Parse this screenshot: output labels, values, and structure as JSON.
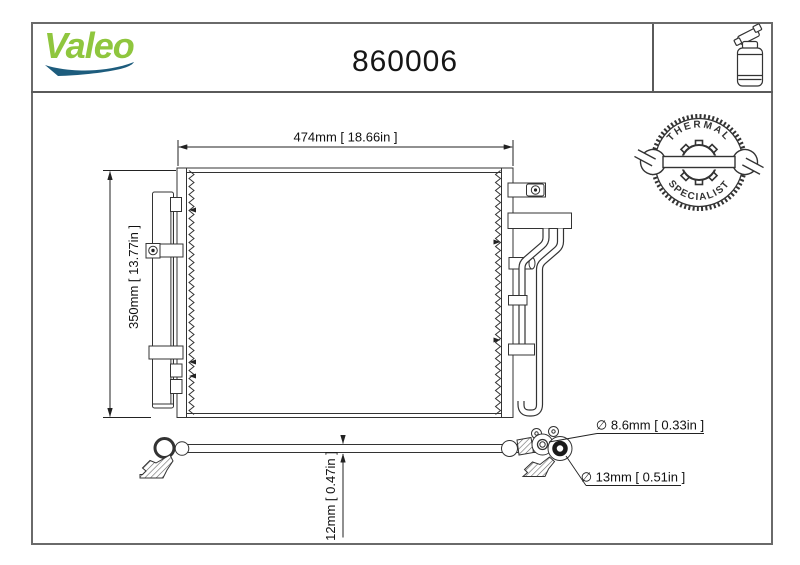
{
  "header": {
    "brand": "Valeo",
    "part_number": "860006"
  },
  "badge": {
    "arc_top": "THERMAL",
    "arc_bottom": "SPECIALIST"
  },
  "dimensions": {
    "core_width": "474mm [ 18.66in ]",
    "core_height": "350mm [ 13.77in ]",
    "pipe_diameter": "12mm [ 0.47in ]",
    "port_small": "∅ 8.6mm [ 0.33in ]",
    "port_large": "∅ 13mm [ 0.51in ]"
  },
  "icons": {
    "bottle": "receiver-drier-bottle-icon",
    "wrench": "open-end-wrench-icon",
    "gear": "gear-icon",
    "swoosh": "brand-swoosh-icon"
  },
  "colors": {
    "brand_green": "#8FC63E",
    "brand_blue": "#1D5C7D",
    "line": "#333333",
    "text": "#111111",
    "frame": "#6A6A6A"
  }
}
